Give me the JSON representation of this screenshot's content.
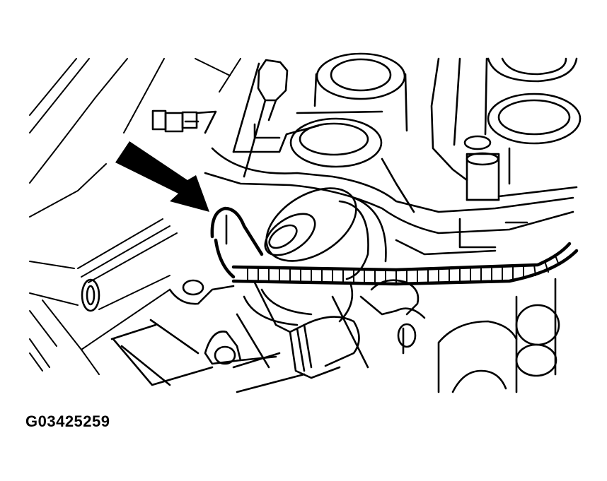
{
  "figure": {
    "id_label": "G03425259",
    "description": "Engine component line illustration with arrow pointing at wiring harness connector near sensor",
    "colors": {
      "line": "#000000",
      "background": "#ffffff"
    },
    "callouts": [
      {
        "type": "arrow",
        "icon": "arrow-pointer-icon",
        "target": "harness-connector"
      }
    ]
  }
}
